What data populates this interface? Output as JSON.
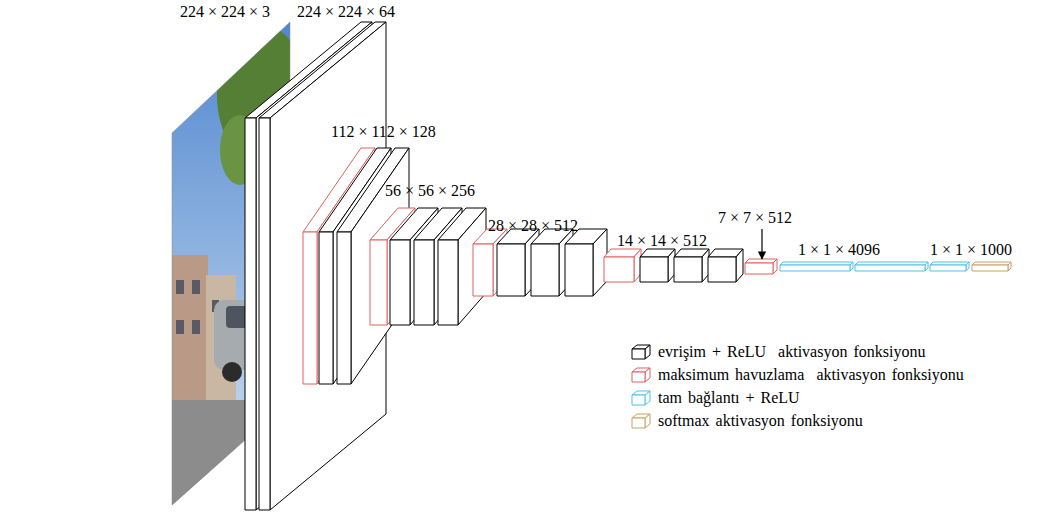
{
  "diagram": {
    "labels": [
      "224 × 224 × 3",
      "224 × 224 × 64",
      "112 × 112 × 128",
      "56 × 56 × 256",
      "28 × 28 × 512",
      "14 × 14 × 512",
      "7 × 7 × 512",
      "1 × 1 × 4096",
      "1 × 1 × 1000"
    ],
    "legend": [
      {
        "text": "evrişim + ReLU  aktivasyon fonksiyonu",
        "color": "#000000"
      },
      {
        "text": "maksimum havuzlama  aktivasyon fonksiyonu",
        "color": "#e0605e"
      },
      {
        "text": "tam bağlantı + ReLU",
        "color": "#4dc3e6"
      },
      {
        "text": "softmax aktivasyon fonksiyonu",
        "color": "#c8a064"
      }
    ]
  }
}
